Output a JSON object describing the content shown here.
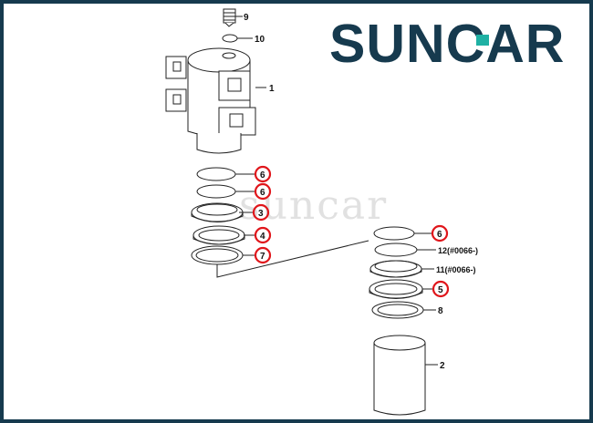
{
  "brand": {
    "logo_text_a": "SUN",
    "logo_text_c": "C",
    "logo_text_b": "AR",
    "watermark": "suncar",
    "colors": {
      "navy": "#163a4e",
      "teal": "#1fb1a4",
      "highlight": "#e0161b"
    }
  },
  "callouts": {
    "p9": "9",
    "p10": "10",
    "p1": "1",
    "p6a": "6",
    "p6b": "6",
    "p3": "3",
    "p4": "4",
    "p7": "7",
    "p6c": "6",
    "p12": "12(#0066-)",
    "p11": "11(#0066-)",
    "p5": "5",
    "p8": "8",
    "p2": "2"
  }
}
